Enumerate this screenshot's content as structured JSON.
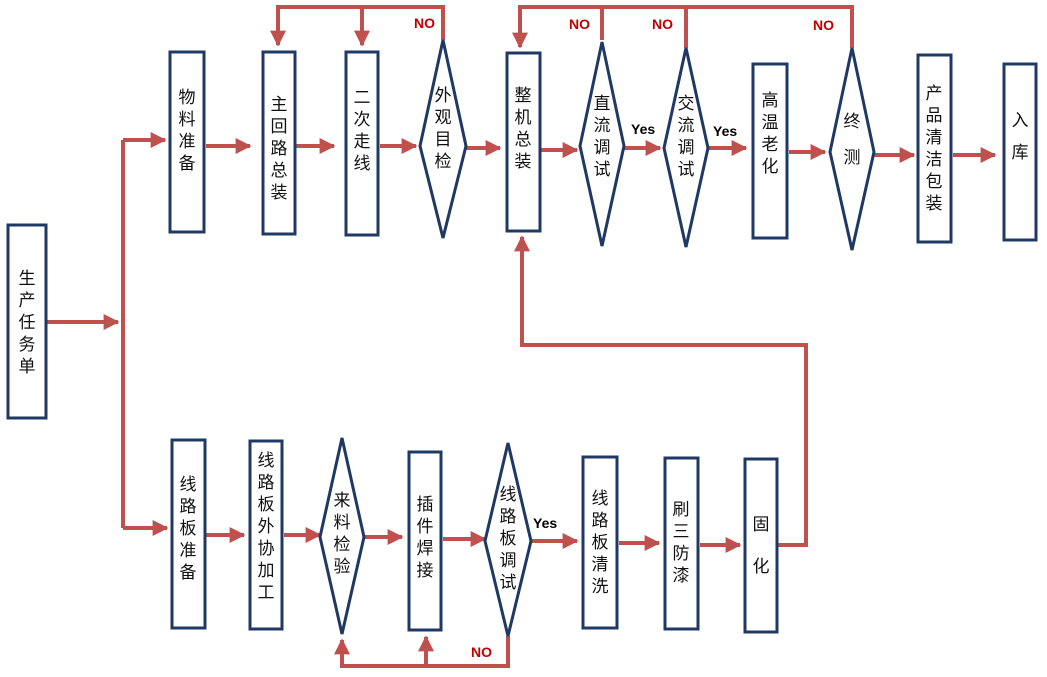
{
  "nodes": {
    "task_order": "生产任务单",
    "material_prep": "物料准备",
    "main_circuit": "主回路总装",
    "secondary_wiring": "二次走线",
    "visual_inspect": "外观目检",
    "final_assembly": "整机总装",
    "dc_debug": "直流调试",
    "ac_debug": "交流调试",
    "aging": "高温老化",
    "final_test": "终测",
    "clean_pack": "产品清洁包装",
    "storage": "入库",
    "pcb_prep": "线路板准备",
    "pcb_outsource": "线路板外协加工",
    "incoming_inspect": "来料检验",
    "plugin_solder": "插件焊接",
    "pcb_debug": "线路板调试",
    "pcb_clean": "线路板清洗",
    "coating": "刷三防漆",
    "curing": "固化"
  },
  "edge_labels": {
    "no": "NO",
    "yes": "Yes"
  },
  "colors": {
    "arrow": "#c0504d",
    "box_border": "#1f3864",
    "no_label": "#c00000",
    "yes_label": "#000000"
  }
}
